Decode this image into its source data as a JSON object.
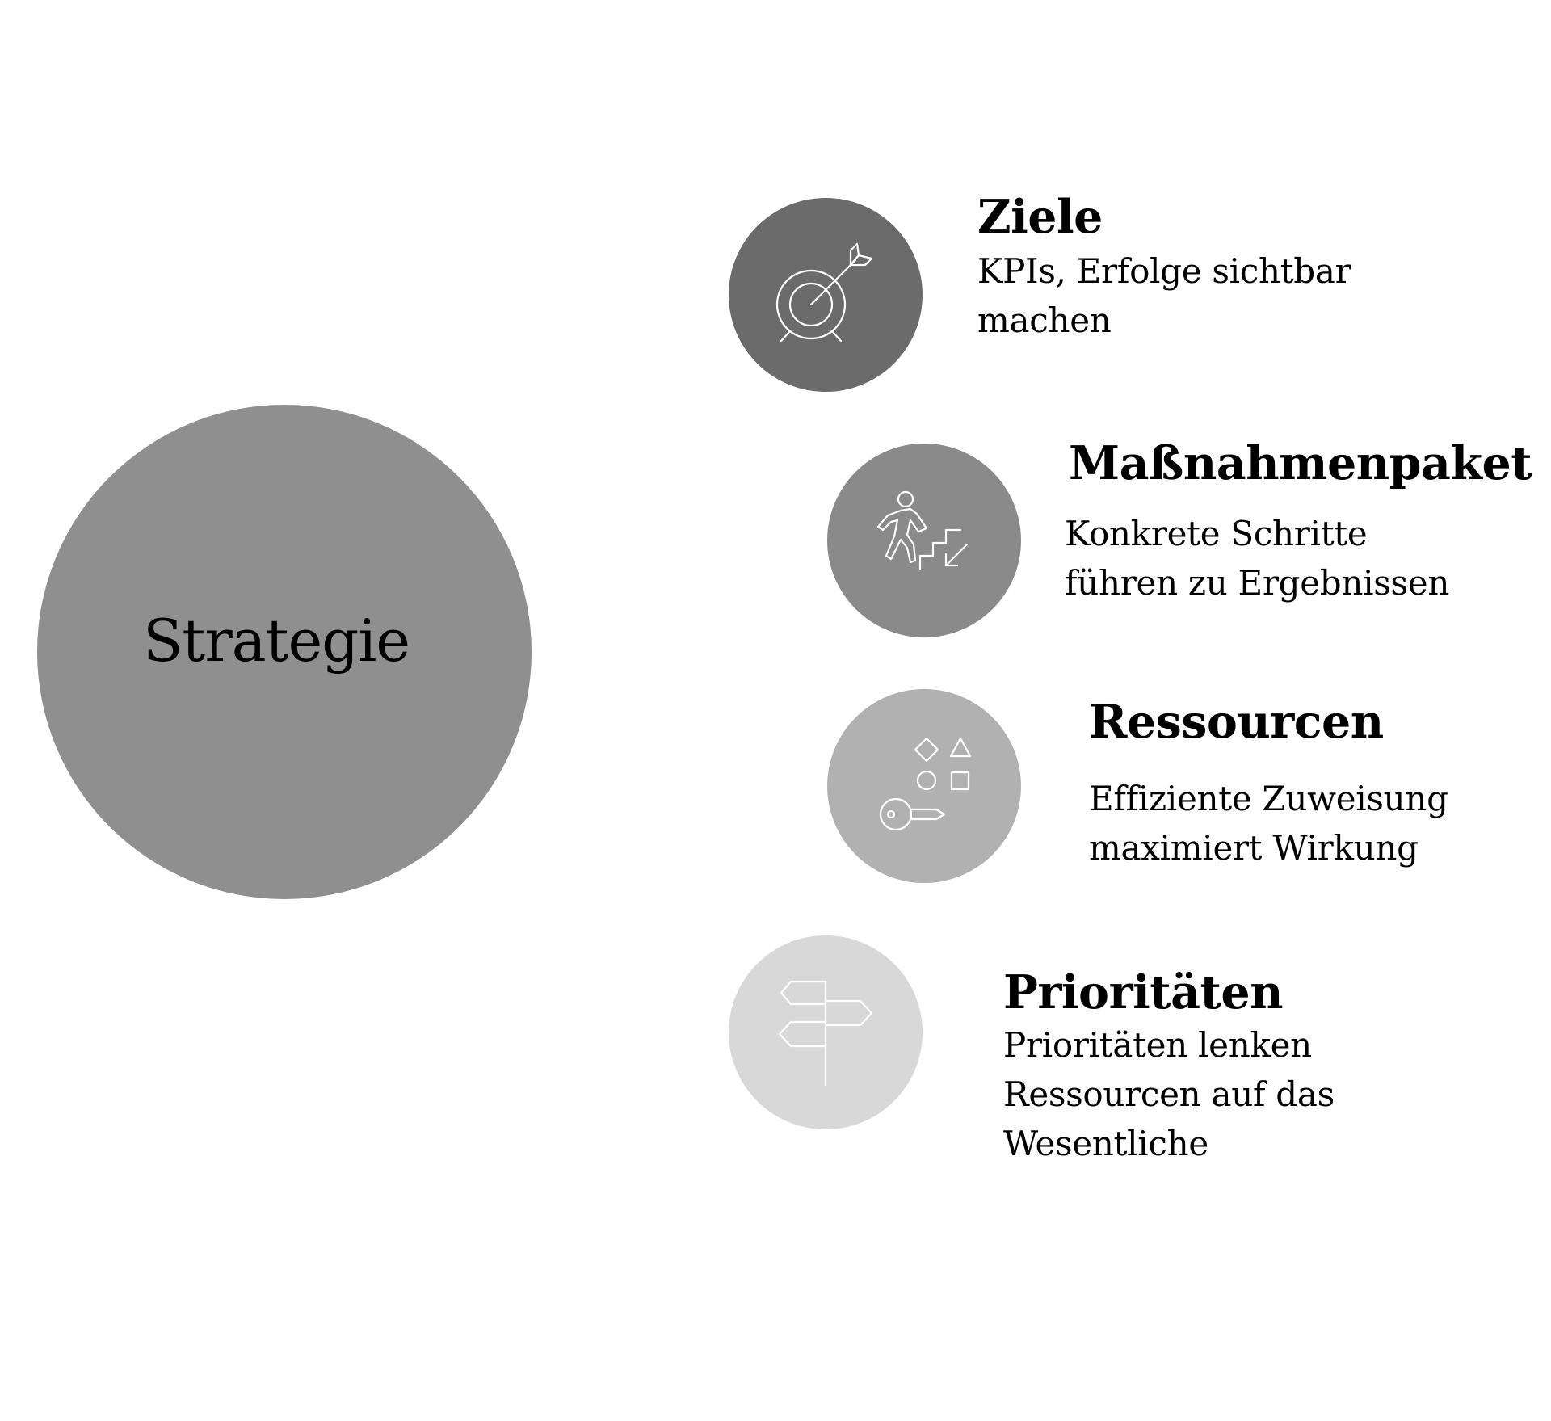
{
  "center": {
    "label": "Strategie",
    "color": "#8f8f8f"
  },
  "items": [
    {
      "title": "Ziele",
      "description": "KPIs, Erfolge sichtbar\nmachen",
      "color": "#6b6b6b",
      "icon": "target-icon"
    },
    {
      "title": "Maßnahmenpaket",
      "description": "Konkrete Schritte\nführen zu Ergebnissen",
      "color": "#8a8a8a",
      "icon": "person-climbing-stairs-icon"
    },
    {
      "title": "Ressourcen",
      "description": "Effiziente Zuweisung\nmaximiert Wirkung",
      "color": "#b1b1b1",
      "icon": "key-and-shapes-icon"
    },
    {
      "title": "Prioritäten",
      "description": "Prioritäten lenken\nRessourcen auf das\nWesentliche",
      "color": "#d8d8d8",
      "icon": "signpost-icon"
    }
  ]
}
